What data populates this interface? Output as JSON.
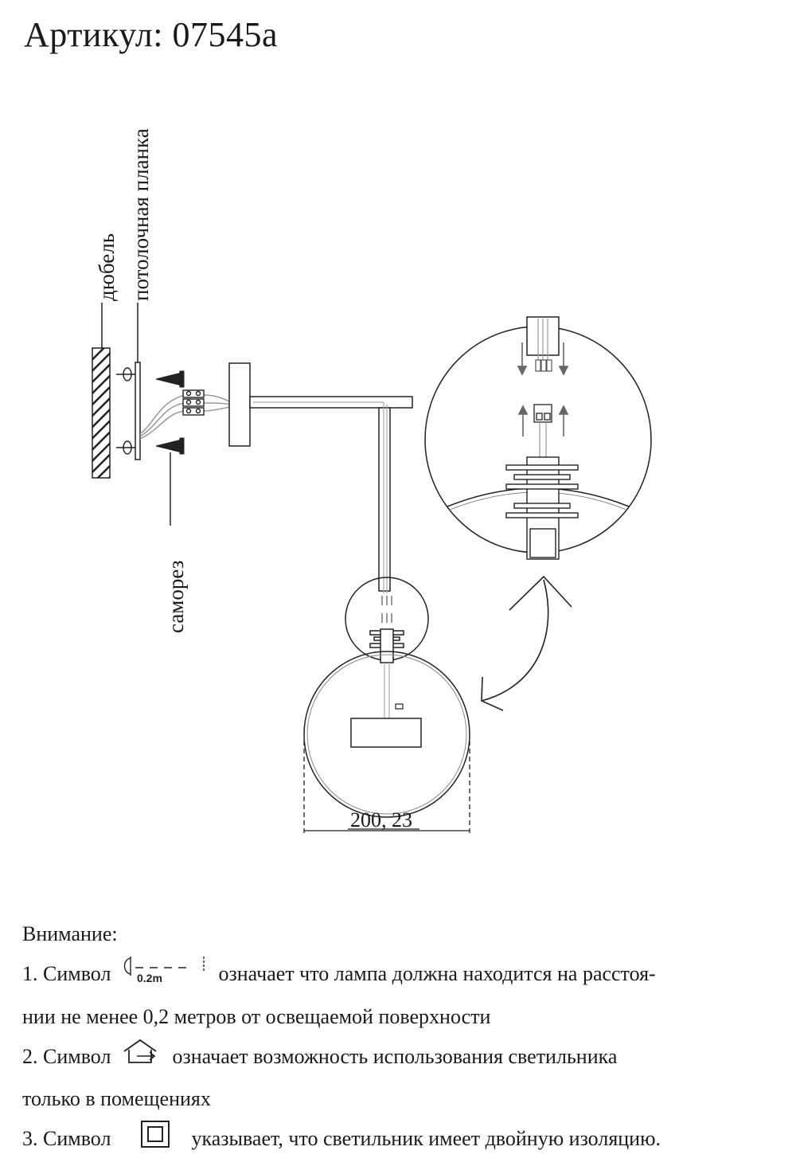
{
  "title": "Артикул: 07545а",
  "labels": {
    "dowel": "дюбель",
    "ceiling_plate": "потолочная планка",
    "screw": "саморез",
    "dimension": "200, 23"
  },
  "notes": {
    "heading": "Внимание:",
    "item1_prefix": "1. Символ",
    "item1_symbol_text": "0.2m",
    "item1_text_a": "означает что лампа должна находится на расстоя-",
    "item1_text_b": "нии не менее 0,2 метров от освещаемой поверхности",
    "item2_prefix": "2. Символ",
    "item2_text_a": "означает возможность использования светильника",
    "item2_text_b": "только в помещениях",
    "item3_prefix": "3. Символ",
    "item3_text": "указывает, что светильник имеет двойную изоляцию."
  },
  "icons": [
    "distance-symbol-icon",
    "indoor-house-icon",
    "double-insulation-icon",
    "curved-arrow-icon"
  ]
}
